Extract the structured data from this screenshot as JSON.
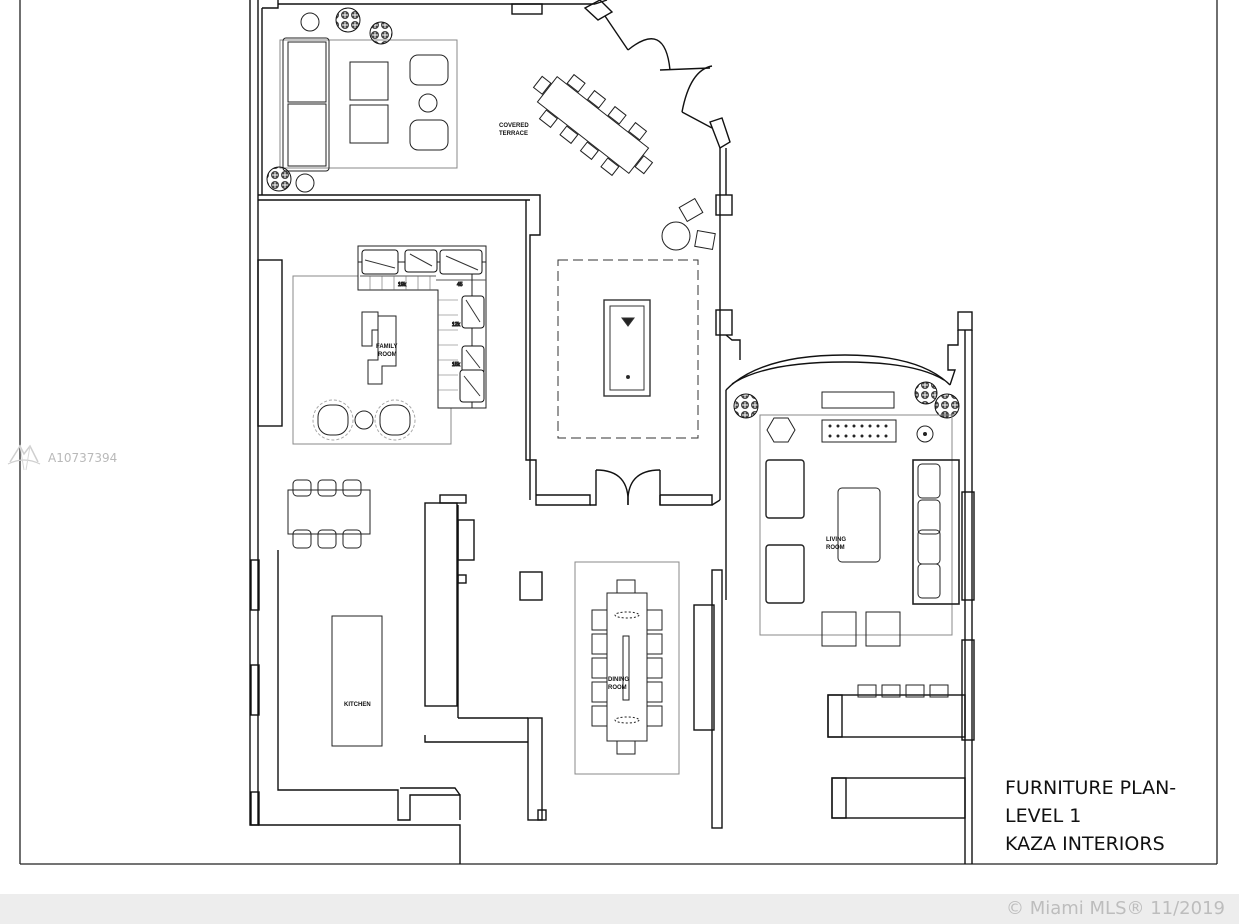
{
  "plan": {
    "title_lines": [
      "FURNITURE PLAN-",
      "LEVEL 1",
      "KAZA INTERIORS"
    ],
    "rooms": {
      "covered_terrace": [
        "COVERED",
        "TERRACE"
      ],
      "family_room": [
        "FAMILY",
        "ROOM"
      ],
      "living_room": [
        "LIVING",
        "ROOM"
      ],
      "dining_room": [
        "DINING",
        "ROOM"
      ],
      "kitchen": "KITCHEN"
    },
    "sofa_dims": [
      "19k",
      "45",
      "12k",
      "15k"
    ]
  },
  "watermark": {
    "listing_id": "A10737394",
    "icon": "mls-logo-icon"
  },
  "footer": {
    "copyright": "© Miami MLS® 11/2019"
  }
}
